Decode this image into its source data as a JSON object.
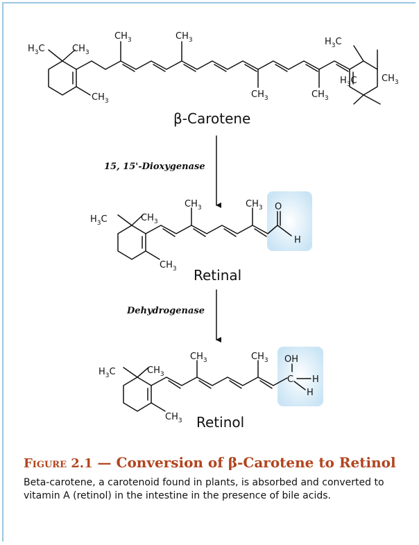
{
  "compounds": {
    "beta_carotene": "β-Carotene",
    "retinal": "Retinal",
    "retinol": "Retinol"
  },
  "enzymes": {
    "dioxygenase": "15, 15'-Dioxygenase",
    "dehydrogenase": "Dehydrogenase"
  },
  "atoms": {
    "methyl": "CH",
    "methyl_sub": "3",
    "methyl_left": "H",
    "methyl_left_tail": "C",
    "oxygen": "O",
    "hydrogen": "H",
    "carbon": "C",
    "hydroxyl": "OH"
  },
  "caption": {
    "figure_label": "Figure 2.1",
    "separator": " — ",
    "title": "Conversion of β-Carotene to Retinol",
    "text": "Beta-carotene, a carotenoid found in plants, is absorbed and converted to vitamin A (retinol) in the intestine in the presence of bile acids."
  },
  "colors": {
    "frame": "#9ac6e0",
    "highlight": "#d7ecf8",
    "caption_title": "#b1441f"
  }
}
